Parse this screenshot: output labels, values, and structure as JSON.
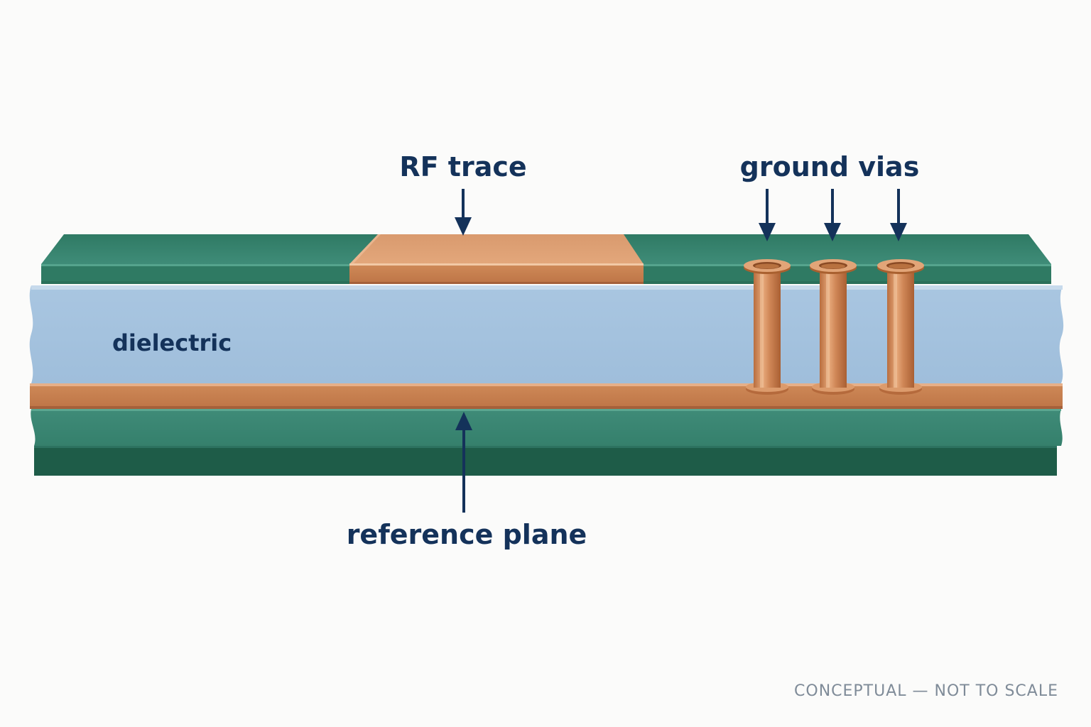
{
  "labels": {
    "rf_trace": "RF trace",
    "ground_vias": "ground vias",
    "dielectric": "dielectric",
    "reference_plane": "reference plane"
  },
  "footer": {
    "note": "CONCEPTUAL — NOT TO SCALE"
  },
  "colors": {
    "solder_mask": "#3a8573",
    "solder_mask_dark": "#1f5c49",
    "dielectric": "#a6c3df",
    "copper": "#c8804f",
    "label_text": "#14325a",
    "footer_text": "#7f8b98",
    "background": "#fbfbfa"
  }
}
